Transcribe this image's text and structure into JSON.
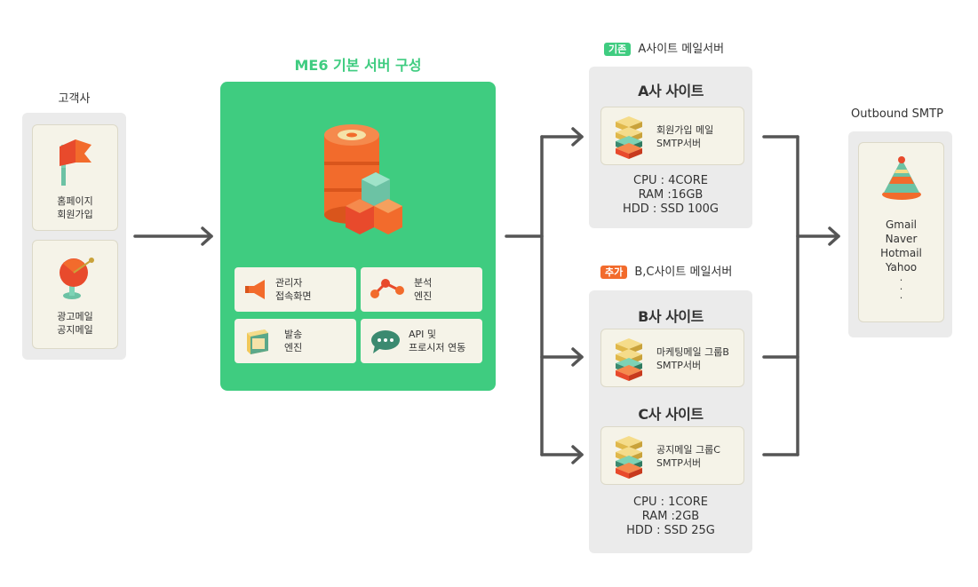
{
  "customer": {
    "title": "고객사",
    "items": [
      {
        "label1": "홈페이지",
        "label2": "회원가입"
      },
      {
        "label1": "광고메일",
        "label2": "공지메일"
      }
    ]
  },
  "core": {
    "title": "ME6 기본 서버 구성",
    "features": [
      {
        "line1": "관리자",
        "line2": "접속화면"
      },
      {
        "line1": "분석",
        "line2": "엔진"
      },
      {
        "line1": "발송",
        "line2": "엔진"
      },
      {
        "line1": "API 및",
        "line2": "프로시저 연동"
      }
    ]
  },
  "existing": {
    "badge": "기존",
    "header": "A사이트 메일서버",
    "site_title": "A사 사이트",
    "server_line1": "회원가입 메일",
    "server_line2": "SMTP서버",
    "cpu": "CPU : 4CORE",
    "ram": "RAM :16GB",
    "hdd": "HDD : SSD 100G"
  },
  "added": {
    "badge": "추가",
    "header": "B,C사이트 메일서버",
    "site_b_title": "B사 사이트",
    "server_b_line1": "마케팅메일 그룹B",
    "server_b_line2": "SMTP서버",
    "site_c_title": "C사 사이트",
    "server_c_line1": "공지메일 그룹C",
    "server_c_line2": "SMTP서버",
    "cpu": "CPU : 1CORE",
    "ram": "RAM :2GB",
    "hdd": "HDD : SSD 25G"
  },
  "outbound": {
    "title": "Outbound SMTP",
    "providers": [
      "Gmail",
      "Naver",
      "Hotmail",
      "Yahoo"
    ],
    "dots": [
      "·",
      "·",
      "·"
    ]
  },
  "colors": {
    "green": "#3fcc80",
    "orange": "#f26b2c",
    "arrow": "#555555"
  }
}
